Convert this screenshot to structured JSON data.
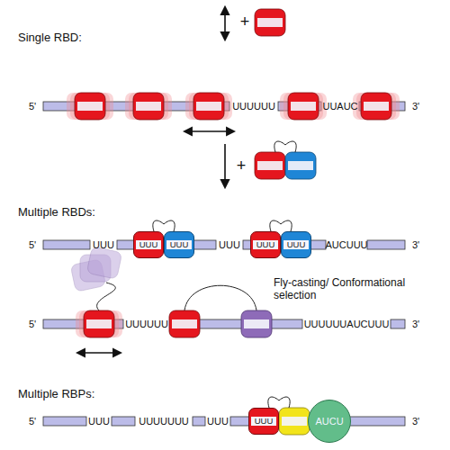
{
  "diagram": {
    "nodes": [
      {
        "text": [
          "UUU"
        ]
      },
      {
        "text": [
          "UUU"
        ]
      },
      {
        "text": [
          "UUU"
        ]
      },
      {
        "text": [
          "UUU"
        ]
      },
      {
        "text": [
          "UUU"
        ]
      },
      {
        "text": [
          "AUCU"
        ]
      }
    ],
    "labels": [
      "Single RBD:",
      "+",
      "5'",
      "UUUUUU",
      "UUAUC",
      "3'",
      "+",
      "Multiple RBDs:",
      "5'",
      "UUU",
      "UUU",
      "AUCUUU",
      "3'",
      "Fly-casting/ Conformational selection",
      "5'",
      "UUUUUU",
      "UUUUUUAUCUUU",
      "3'",
      "Multiple RBPs:",
      "5'",
      "UUU",
      "UUUUUUU",
      "UUU",
      "3'"
    ]
  }
}
